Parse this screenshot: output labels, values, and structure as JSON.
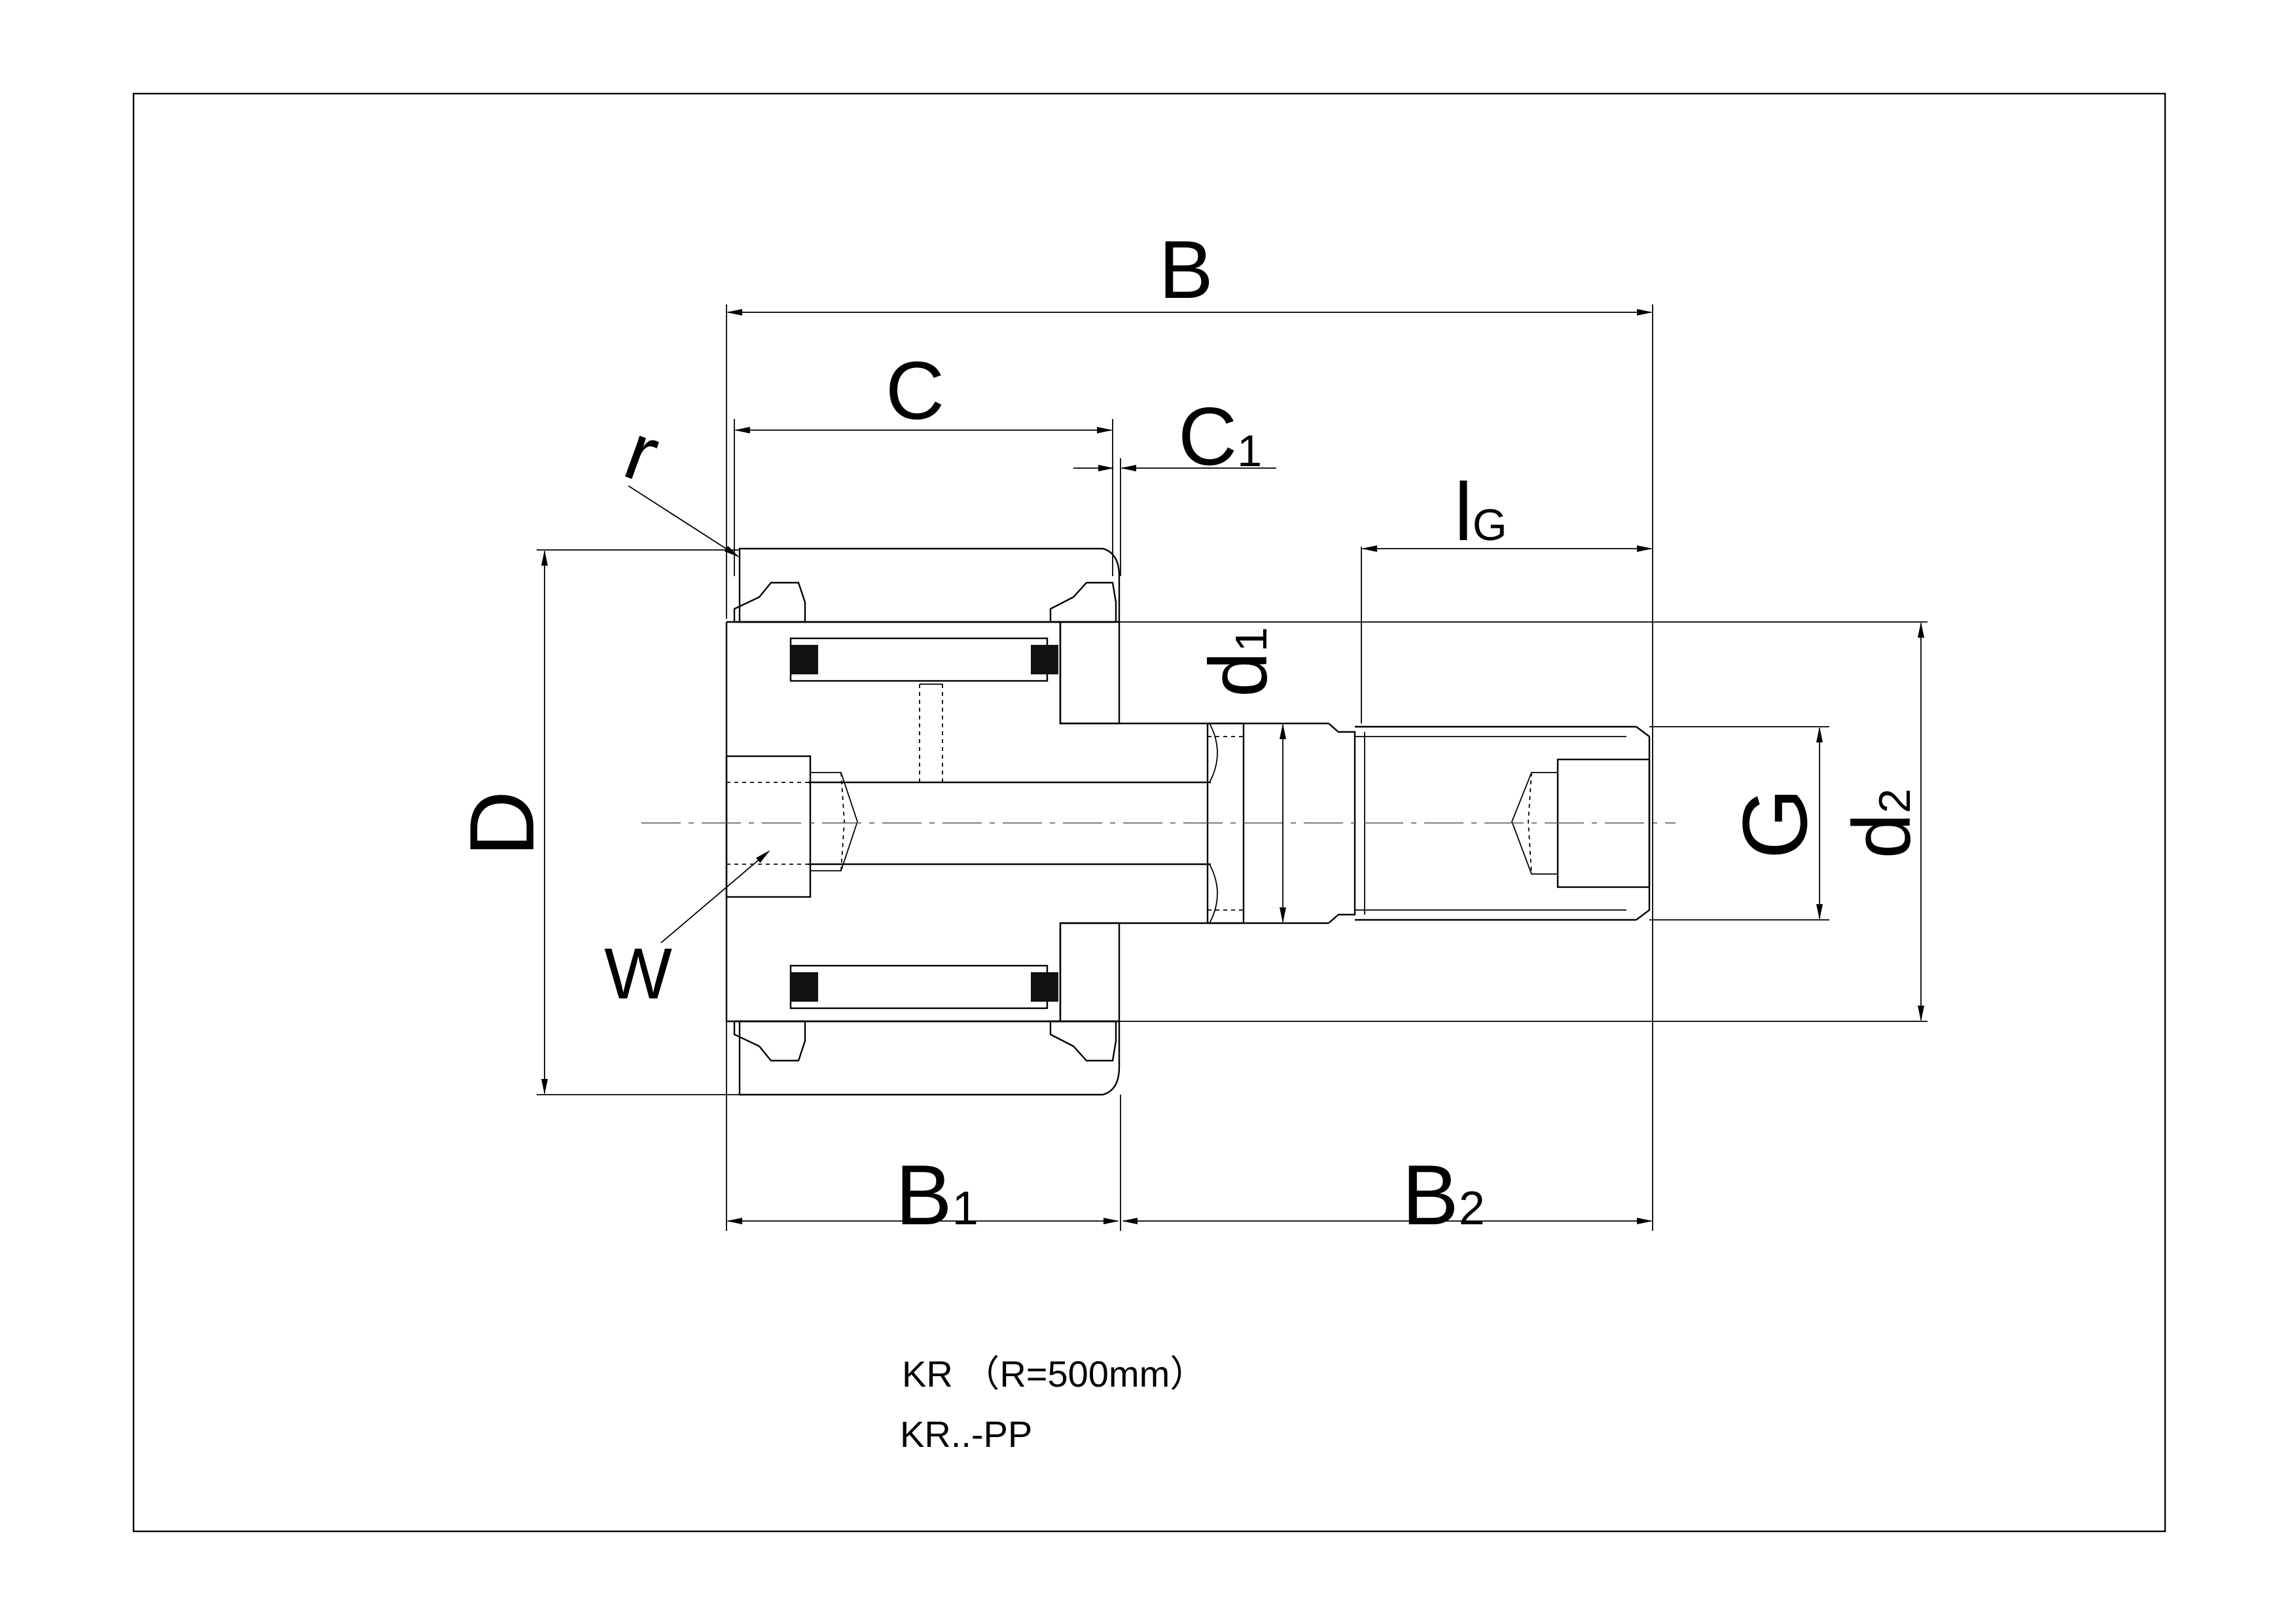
{
  "labels": {
    "B": "B",
    "C": "C",
    "C1_main": "C",
    "C1_sub": "1",
    "r": "r",
    "lG_main": "l",
    "lG_sub": "G",
    "d1_main": "d",
    "d1_sub": "1",
    "d2_main": "d",
    "d2_sub": "2",
    "D": "D",
    "G": "G",
    "W": "W",
    "B1_main": "B",
    "B1_sub": "1",
    "B2_main": "B",
    "B2_sub": "2"
  },
  "captions": {
    "line1": "KR （R=500mm）",
    "line2": "KR..-PP"
  }
}
